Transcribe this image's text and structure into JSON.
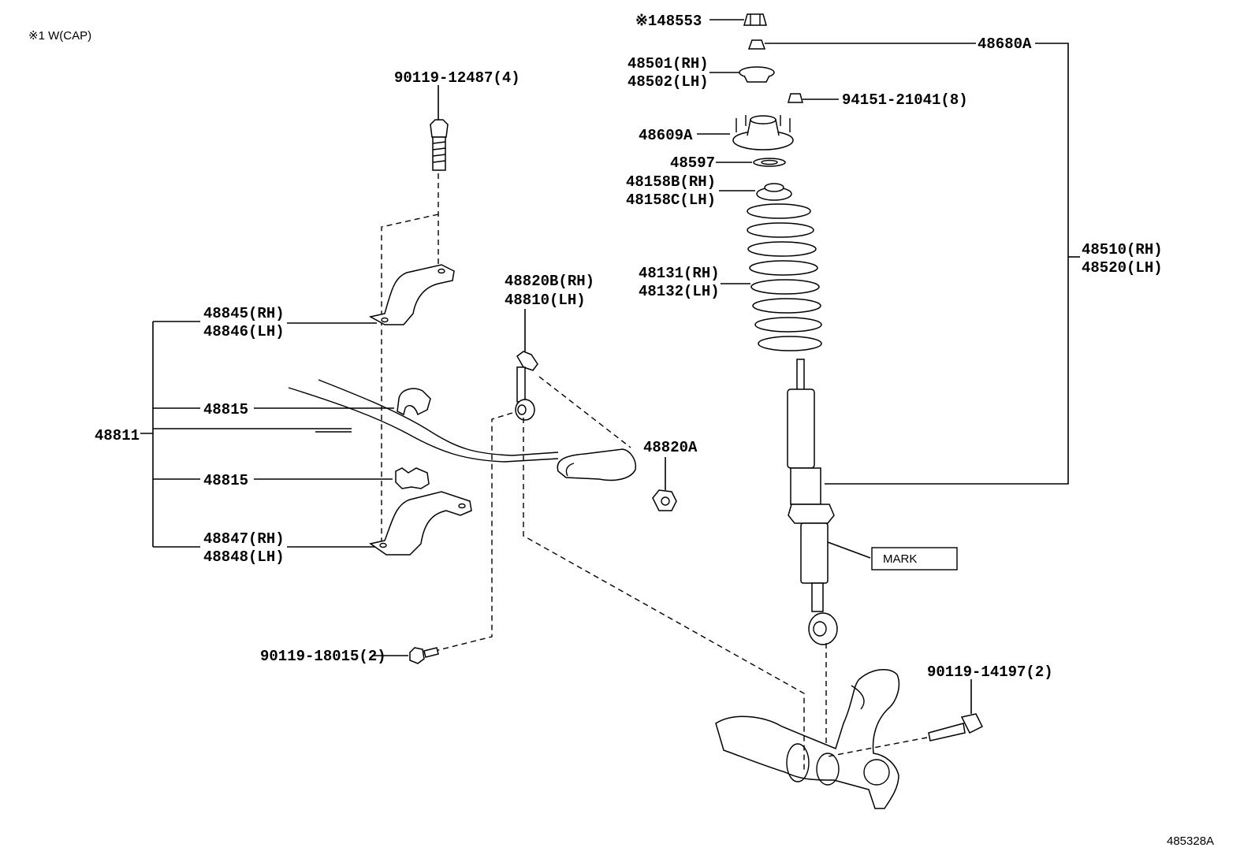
{
  "note": "※1 W(CAP)",
  "image_code": "485328A",
  "labels": {
    "cap_nut": "※148553",
    "nut_48680a": "48680A",
    "insulator_rh": "48501(RH)",
    "insulator_lh": "48502(LH)",
    "nut_94151": "94151-21041(8)",
    "support": "48609A",
    "bearing": "48597",
    "seat_rh": "48158B(RH)",
    "seat_lh": "48158C(LH)",
    "spring_rh": "48131(RH)",
    "spring_lh": "48132(LH)",
    "absorber_rh": "48510(RH)",
    "absorber_lh": "48520(LH)",
    "mark": "MARK",
    "bolt_12487": "90119-12487(4)",
    "bracket_upper_rh": "48845(RH)",
    "bracket_upper_lh": "48846(LH)",
    "bushing_upper": "48815",
    "stabilizer": "48811",
    "bushing_lower": "48815",
    "bracket_lower_rh": "48847(RH)",
    "bracket_lower_lh": "48848(LH)",
    "link_rh": "48820B(RH)",
    "link_lh": "48810(LH)",
    "nut_48820a": "48820A",
    "bolt_18015": "90119-18015(2)",
    "bolt_14197": "90119-14197(2)"
  }
}
